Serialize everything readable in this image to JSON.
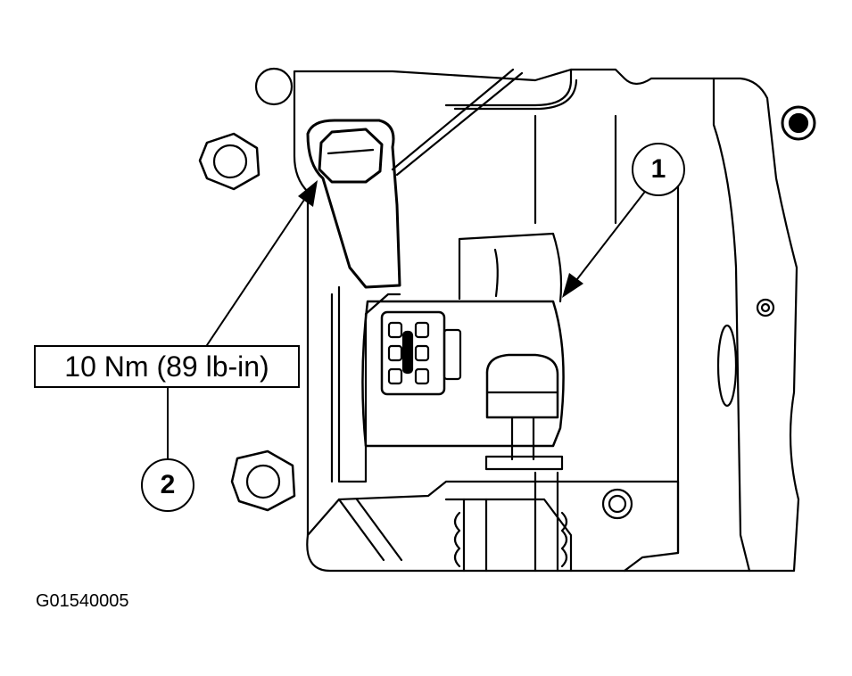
{
  "callouts": {
    "one": "1",
    "two": "2"
  },
  "torque_label": "10 Nm (89 lb-in)",
  "figure_id": "G01540005"
}
